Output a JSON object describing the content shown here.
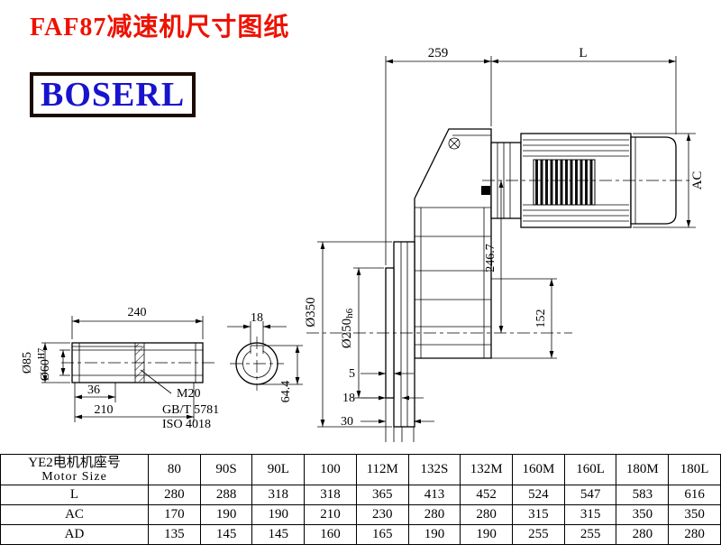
{
  "title": "FAF87减速机尺寸图纸",
  "logo": "BOSERL",
  "colors": {
    "title_red": "#ee1100",
    "logo_blue": "#1813cc",
    "logo_border": "#1a0a00",
    "line": "#000000"
  },
  "dims": {
    "width_259": "259",
    "length_L": "L",
    "ac": "AC",
    "center_246_7": "246.7",
    "flange_od": "Ø350",
    "spigot_d": "Ø250",
    "spigot_tol": "h6",
    "h_152": "152",
    "gap_5": "5",
    "gap_18": "18",
    "gap_30": "30"
  },
  "shaft": {
    "len_240": "240",
    "key_w_18": "18",
    "hub_od": "Ø85",
    "bore_d": "Ø60",
    "bore_tol": "H7",
    "len_36": "36",
    "len_210": "210",
    "thread": "M20",
    "std_gb": "GB/T 5781",
    "std_iso": "ISO 4018",
    "key_h_64_4": "64.4"
  },
  "table": {
    "header_cn": "YE2电机机座号",
    "header_en": "Motor Size",
    "columns": [
      "80",
      "90S",
      "90L",
      "100",
      "112M",
      "132S",
      "132M",
      "160M",
      "160L",
      "180M",
      "180L"
    ],
    "rows": [
      {
        "label": "L",
        "values": [
          "280",
          "288",
          "318",
          "318",
          "365",
          "413",
          "452",
          "524",
          "547",
          "583",
          "616"
        ]
      },
      {
        "label": "AC",
        "values": [
          "170",
          "190",
          "190",
          "210",
          "230",
          "280",
          "280",
          "315",
          "315",
          "350",
          "350"
        ]
      },
      {
        "label": "AD",
        "values": [
          "135",
          "145",
          "145",
          "160",
          "165",
          "190",
          "190",
          "255",
          "255",
          "280",
          "280"
        ]
      }
    ]
  }
}
